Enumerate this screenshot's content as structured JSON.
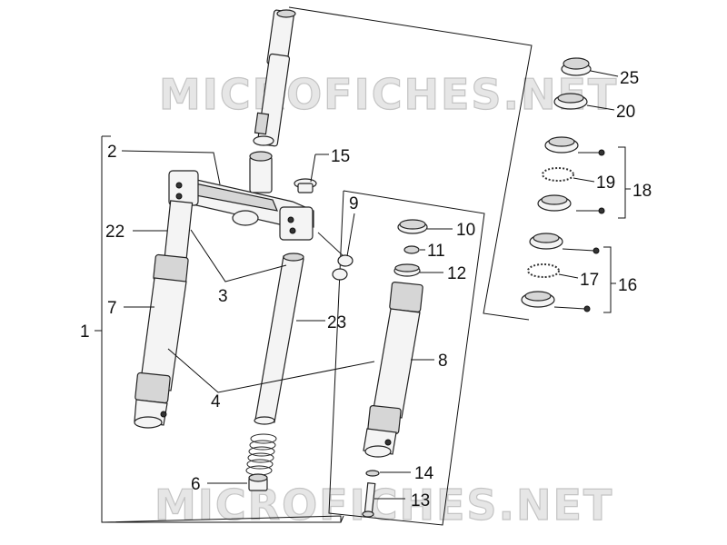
{
  "watermark": {
    "text": "MICROFICHES.NET"
  },
  "labels": {
    "l1": "1",
    "l2": "2",
    "l3": "3",
    "l4": "4",
    "l6": "6",
    "l7": "7",
    "l8": "8",
    "l9": "9",
    "l10": "10",
    "l11": "11",
    "l12": "12",
    "l13": "13",
    "l14": "14",
    "l15": "15",
    "l16": "16",
    "l17": "17",
    "l18": "18",
    "l19": "19",
    "l20": "20",
    "l22": "22",
    "l23": "23",
    "l25": "25"
  }
}
